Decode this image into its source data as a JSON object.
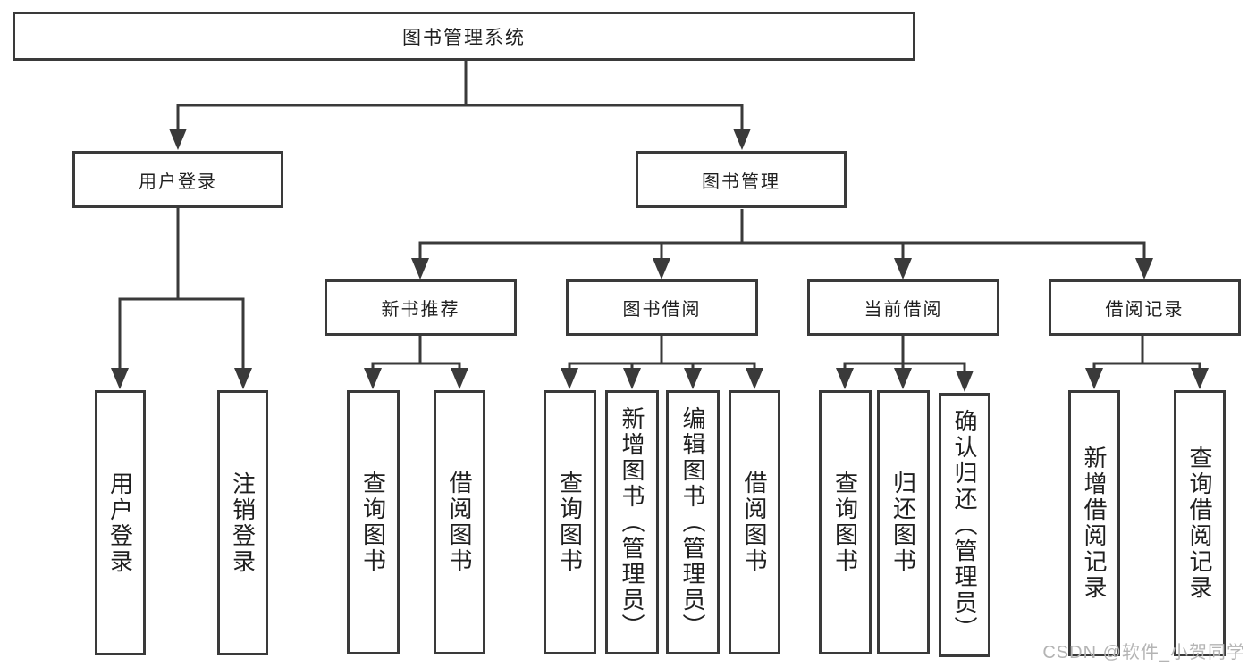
{
  "diagram": {
    "root": {
      "label": "图书管理系统"
    },
    "branches": [
      {
        "label": "用户登录",
        "children": [
          "用户登录",
          "注销登录"
        ]
      },
      {
        "label": "图书管理",
        "children": [
          {
            "label": "新书推荐",
            "children": [
              "查询图书",
              "借阅图书"
            ]
          },
          {
            "label": "图书借阅",
            "children": [
              "查询图书",
              "新增图书（管理员）",
              "编辑图书（管理员）",
              "借阅图书"
            ]
          },
          {
            "label": "当前借阅",
            "children": [
              "查询图书",
              "归还图书",
              "确认归还（管理员）"
            ]
          },
          {
            "label": "借阅记录",
            "children": [
              "新增借阅记录",
              "查询借阅记录"
            ]
          }
        ]
      }
    ],
    "watermark": "CSDN @软件_小贺同学",
    "colors": {
      "line": "#3a3a3a",
      "text": "#1f1f1f",
      "watermark": "#b4b4b4",
      "background": "#ffffff"
    }
  }
}
